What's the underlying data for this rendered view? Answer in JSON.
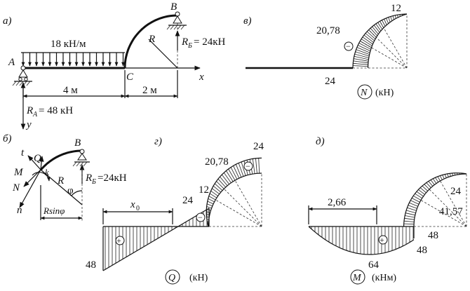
{
  "panels": {
    "a": {
      "label": "а)",
      "load": "18 кН/м",
      "point_a": "A",
      "point_b": "B",
      "point_c": "C",
      "radius": "R",
      "axis_x": "x",
      "axis_y": "y",
      "span1": "4 м",
      "span2": "2 м",
      "reaction_a": "R",
      "reaction_a_sub": "A",
      "reaction_a_val": "= 48 кН",
      "reaction_b": "R",
      "reaction_b_sub": "Б",
      "reaction_b_val": "= 24кН"
    },
    "b": {
      "label": "б)",
      "t": "t",
      "q": "Q",
      "m": "M",
      "k": "k",
      "n_force": "N",
      "n_axis": "n",
      "r": "R",
      "phi": "φ",
      "point_b": "B",
      "rsin": "Rsinφ",
      "reaction_b": "R",
      "reaction_b_sub": "Б",
      "reaction_b_val": "=24кН"
    },
    "v": {
      "label": "в)",
      "val_top": "12",
      "val_left": "20,78",
      "val_bottom": "24",
      "sign": "−",
      "caption_symbol": "N",
      "caption_unit": "(кН)"
    },
    "g": {
      "label": "г)",
      "val_top_right": "24",
      "val_arc": "20,78",
      "val_12": "12",
      "val_24": "24",
      "val_48": "48",
      "x0": "x",
      "x0_sub": "0",
      "sign_plus": "+",
      "sign_minus": "−",
      "caption_symbol": "Q",
      "caption_unit": "(кН)"
    },
    "d": {
      "label": "д)",
      "dim": "2,66",
      "val_64": "64",
      "val_48a": "48",
      "val_48b": "48",
      "val_24": "24",
      "val_4157": "41,57",
      "sign_plus": "+",
      "caption_symbol": "M",
      "caption_unit": "(кНм)"
    }
  }
}
